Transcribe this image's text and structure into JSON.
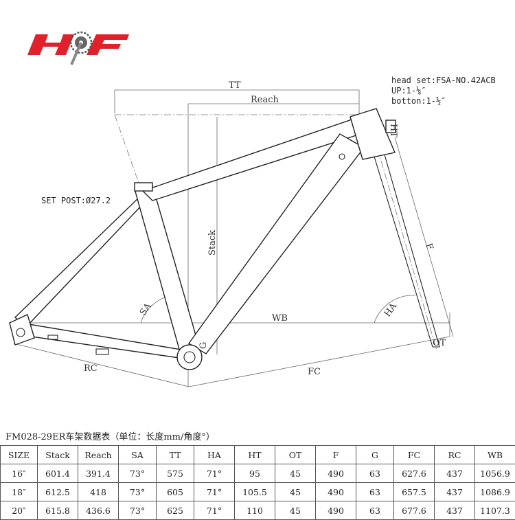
{
  "brand": {
    "logo_text": "HF",
    "accent_color": "#e0202a"
  },
  "specs": {
    "headset": "head set:FSA-NO.42ACB",
    "up": "UP:1-⅛″",
    "bottom": "botton:1-½″",
    "seat_post": "SET POST:Ø27.2"
  },
  "labels": {
    "tt": "TT",
    "reach": "Reach",
    "stack": "Stack",
    "sa": "SA",
    "ha": "HA",
    "wb": "WB",
    "rc": "RC",
    "fc": "FC",
    "f": "F",
    "g": "G",
    "ht": "HT",
    "ot": "OT"
  },
  "table": {
    "title": "FM028-29ER车架数据表（单位：长度mm/角度°）",
    "headers": [
      "SIZE",
      "Stack",
      "Reach",
      "SA",
      "TT",
      "HA",
      "HT",
      "OT",
      "F",
      "G",
      "FC",
      "RC",
      "WB"
    ],
    "rows": [
      [
        "16″",
        "601.4",
        "391.4",
        "73°",
        "575",
        "71°",
        "95",
        "45",
        "490",
        "63",
        "627.6",
        "437",
        "1056.9"
      ],
      [
        "18″",
        "612.5",
        "418",
        "73°",
        "605",
        "71°",
        "105.5",
        "45",
        "490",
        "63",
        "657.5",
        "437",
        "1086.9"
      ],
      [
        "20″",
        "615.8",
        "436.6",
        "73°",
        "625",
        "71°",
        "110",
        "45",
        "490",
        "63",
        "677.6",
        "437",
        "1107.3"
      ]
    ]
  }
}
